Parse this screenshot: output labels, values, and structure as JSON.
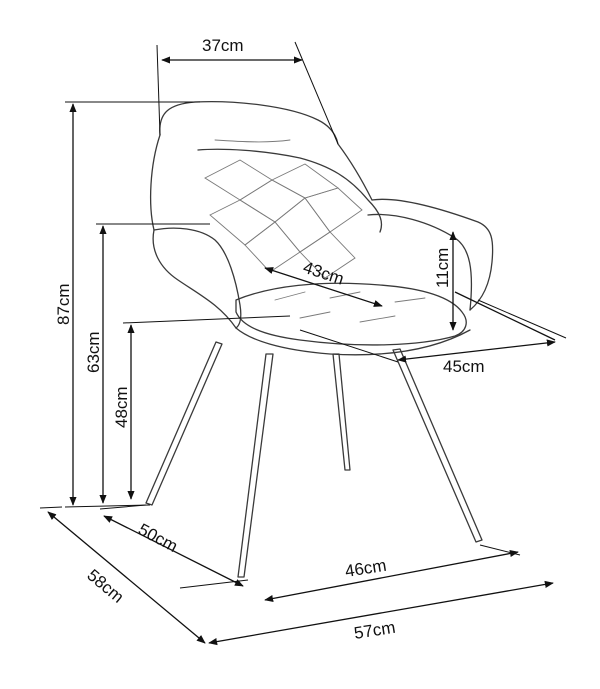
{
  "dimensions": {
    "backrest_top_width": "37cm",
    "total_height": "87cm",
    "armrest_height": "63cm",
    "seat_height": "48cm",
    "armrest_thickness": "11cm",
    "seat_depth": "43cm",
    "seat_width": "45cm",
    "leg_base_depth": "50cm",
    "leg_base_width": "46cm",
    "overall_depth": "58cm",
    "overall_width": "57cm"
  },
  "colors": {
    "ink": "#111111",
    "sketch": "#3a3a3a",
    "background": "#ffffff"
  }
}
